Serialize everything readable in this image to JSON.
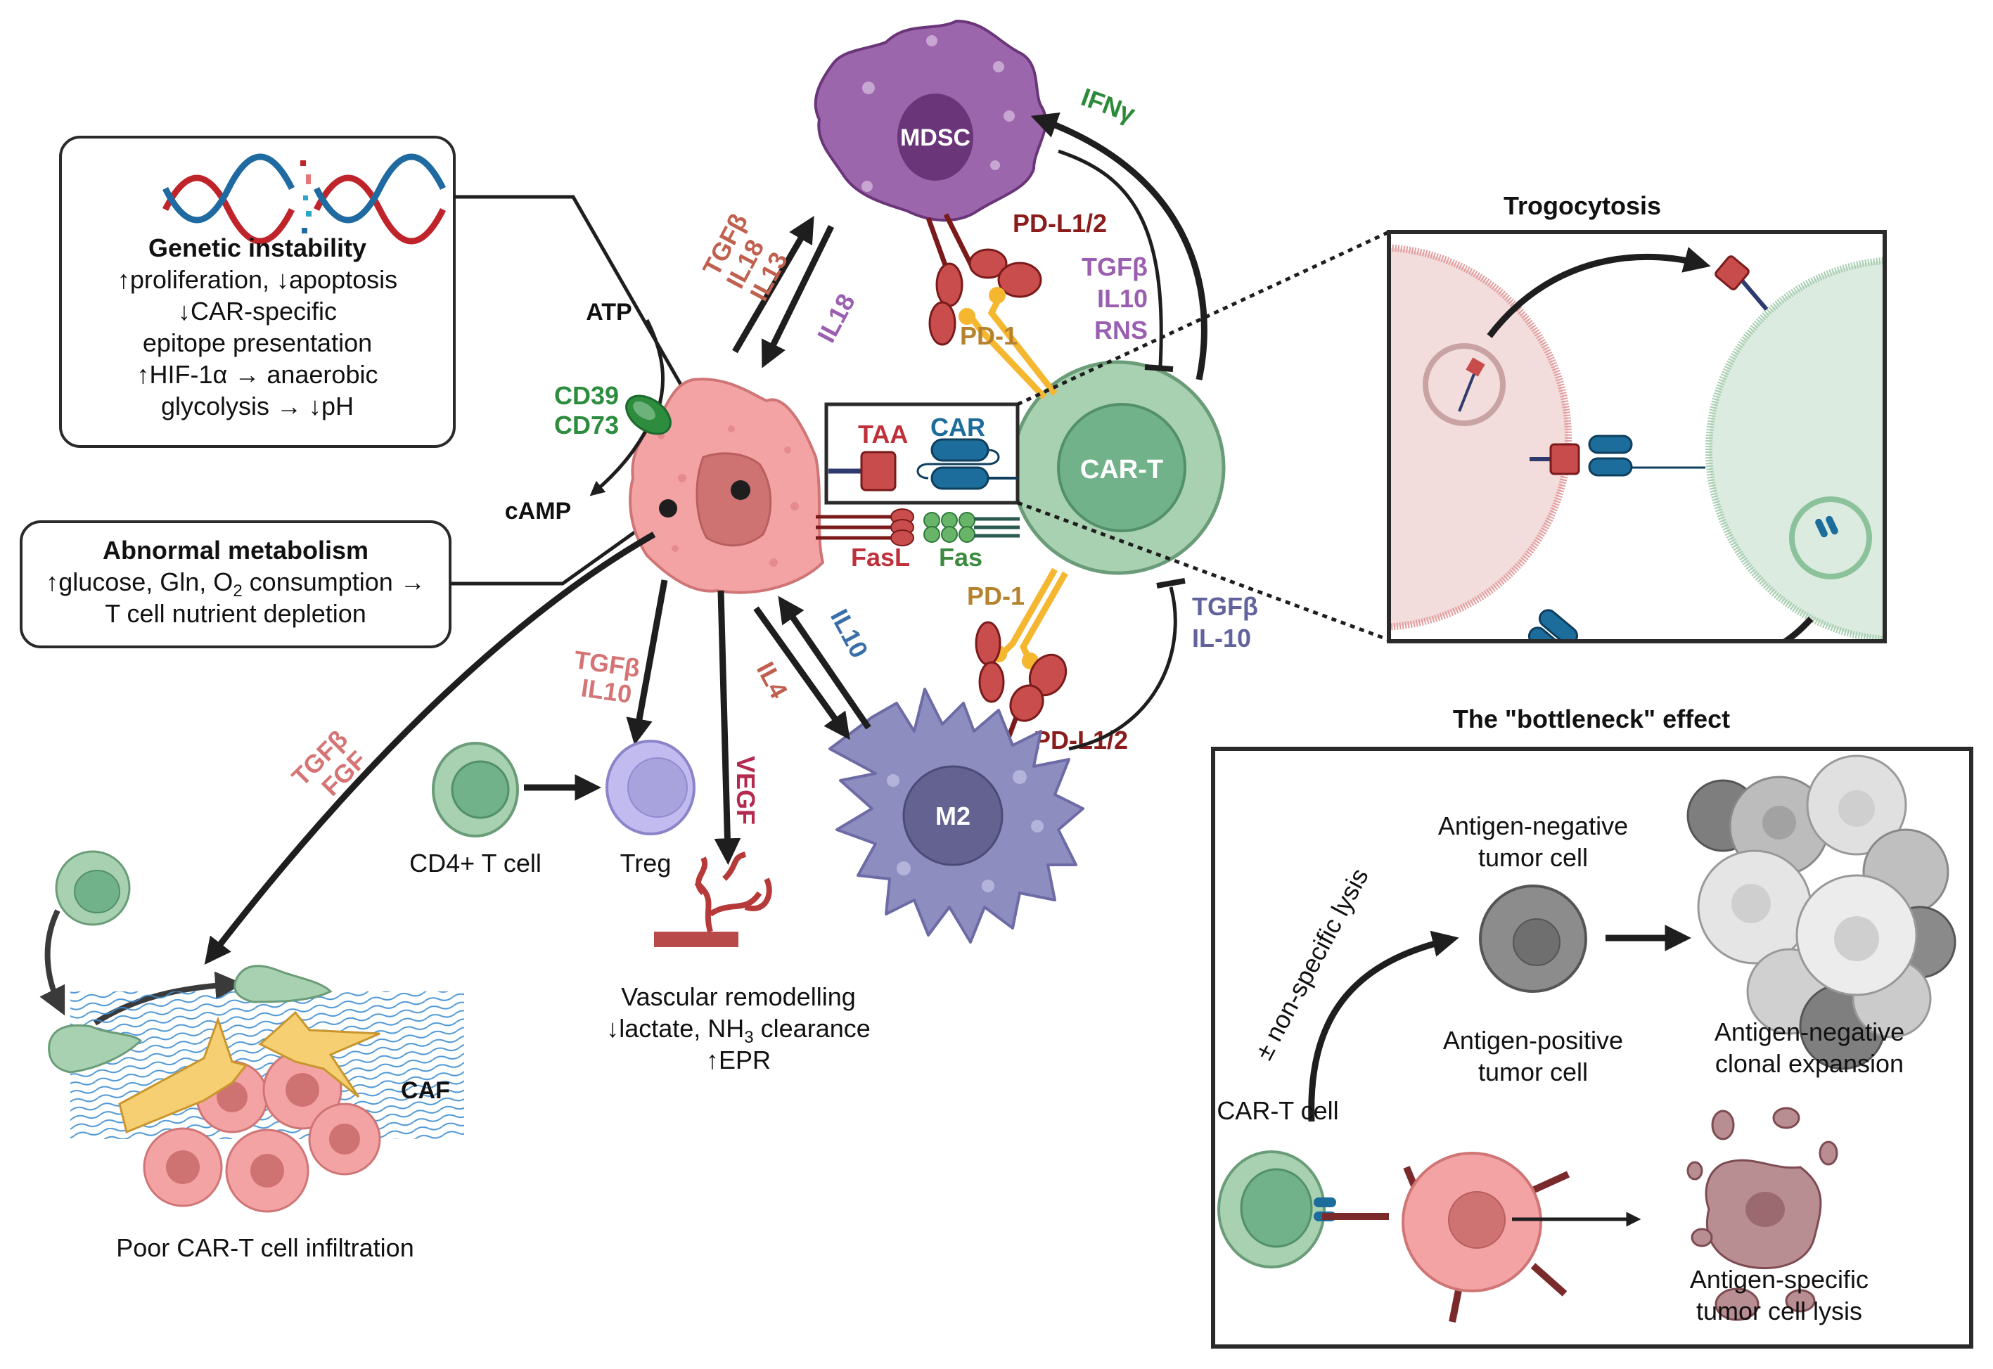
{
  "colors": {
    "tumor": "#f4a3a5",
    "tumor_nucleus": "#cf7272",
    "mdsc": "#9b66ab",
    "mdsc_nucleus": "#6a3579",
    "cart_outer": "#a8d1b1",
    "cart_inner": "#71b28a",
    "m2": "#8e8dc0",
    "m2_nucleus": "#646291",
    "treg": "#c2bbef",
    "pdl": "#c94d4d",
    "pd1": "#f5b630",
    "car": "#1c6c9c",
    "taa": "#c94c4d",
    "fas": "#68b468",
    "cd39": "#2d8c3e"
  },
  "genetic_box": {
    "icon": "dna-broken-icon",
    "title": "Genetic instability",
    "lines": [
      "↑proliferation, ↓apoptosis",
      "↓CAR-specific",
      "epitope presentation",
      "↑HIF-1α → anaerobic",
      "glycolysis → ↓pH"
    ]
  },
  "metabolism_box": {
    "title": "Abnormal metabolism",
    "line1_pre": "↑glucose, Gln, O",
    "line1_sub": "2",
    "line1_post": " consumption →",
    "line2": "T cell nutrient depletion"
  },
  "cells": {
    "mdsc": "MDSC",
    "cart": "CAR-T",
    "m2": "M2",
    "cd4": "CD4+ T cell",
    "treg": "Treg",
    "caf": "CAF"
  },
  "labels": {
    "atp": "ATP",
    "camp": "cAMP",
    "cd39": "CD39",
    "cd73": "CD73",
    "taa": "TAA",
    "car": "CAR",
    "fasl": "FasL",
    "fas": "Fas",
    "pd1_top": "PD-1",
    "pdl_top": "PD-L1/2",
    "pd1_bottom": "PD-1",
    "pdl_bottom": "PD-L1/2",
    "ifng": "IFNγ",
    "tumor_to_mdsc": [
      "TGFβ",
      "IL18",
      "IL13"
    ],
    "mdsc_to_tumor": "IL18",
    "mdsc_to_cart": [
      "TGFβ",
      "IL10",
      "RNS"
    ],
    "m2_to_cart": [
      "TGFβ",
      "IL-10"
    ],
    "tumor_to_treg": [
      "TGFβ",
      "IL10"
    ],
    "vegf": "VEGF",
    "il4": "IL4",
    "il10_m2": "IL10",
    "tgf_fgf": [
      "TGFβ",
      "FGF"
    ]
  },
  "vascular": {
    "line1": "Vascular remodelling",
    "line2_pre": "↓lactate, NH",
    "line2_sub": "3",
    "line2_post": " clearance",
    "line3": "↑EPR"
  },
  "infiltration_caption": "Poor CAR-T cell infiltration",
  "trogocytosis": {
    "title": "Trogocytosis"
  },
  "bottleneck": {
    "title": "The \"bottleneck\" effect",
    "antigen_negative": [
      "Antigen-negative",
      "tumor cell"
    ],
    "antigen_positive": [
      "Antigen-positive",
      "tumor cell"
    ],
    "clonal_expansion": [
      "Antigen-negative",
      "clonal expansion"
    ],
    "lysis": [
      "Antigen-specific",
      "tumor cell lysis"
    ],
    "cart_cell": "CAR-T cell",
    "nonspecific": "± non-specific lysis"
  }
}
